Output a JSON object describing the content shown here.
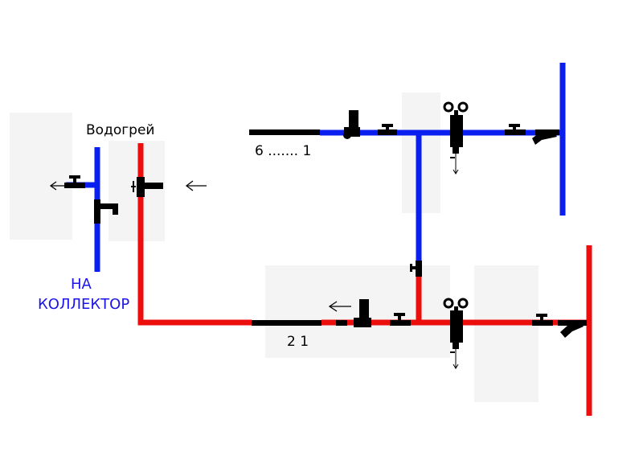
{
  "labels": {
    "heater": "Водогрей",
    "to_collector_line1": "НА",
    "to_collector_line2": "КОЛЛЕКТОР",
    "upper_numbering": "6 ....... 1",
    "lower_numbering": "2  1"
  },
  "colors": {
    "cold_pipe": "#0a1ef0",
    "hot_pipe": "#ec0d0d",
    "fitting": "#000000",
    "collector_label": "#1a14e8",
    "shadow": "#f4f4f4"
  },
  "icons": {
    "flow_arrow": "arrow-left-icon",
    "ball_valve": "ball-valve-icon",
    "pump": "circulation-pump-icon",
    "check_valve": "check-valve-icon",
    "drain": "drain-valve-icon"
  }
}
